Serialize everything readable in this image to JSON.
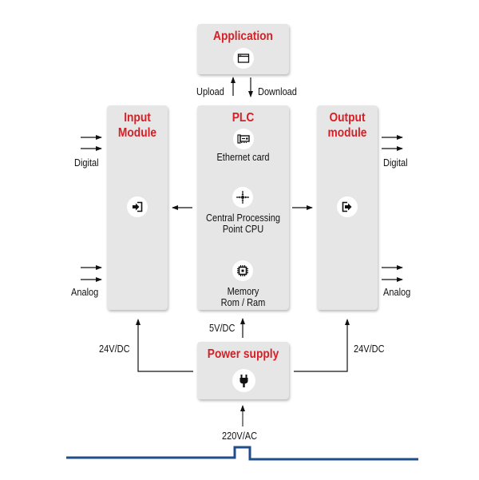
{
  "nodes": {
    "application": {
      "title": "Application",
      "icon": "browser-window-icon"
    },
    "plc": {
      "title": "PLC",
      "ethernet": {
        "label": "Ethernet card",
        "icon": "network-card-icon"
      },
      "cpu": {
        "label_line1": "Central Processing",
        "label_line2": "Point CPU",
        "icon": "cpu-crosshair-icon"
      },
      "memory": {
        "label_line1": "Memory",
        "label_line2": "Rom / Ram",
        "icon": "chip-icon"
      }
    },
    "input_module": {
      "title_line1": "Input",
      "title_line2": "Module",
      "icon": "sign-in-icon"
    },
    "output_module": {
      "title_line1": "Output",
      "title_line2": "module",
      "icon": "sign-out-icon"
    },
    "power_supply": {
      "title": "Power supply",
      "icon": "plug-icon"
    }
  },
  "labels": {
    "upload": "Upload",
    "download": "Download",
    "input_digital": "Digital",
    "input_analog": "Analog",
    "output_digital": "Digital",
    "output_analog": "Analog",
    "plc_power": "5V/DC",
    "input_power": "24V/DC",
    "output_power": "24V/DC",
    "mains": "220V/AC"
  },
  "colors": {
    "title_red": "#d42026",
    "box_gray": "#e6e6e6",
    "mains_line_blue": "#1f4e8c",
    "wire": "#111111"
  }
}
